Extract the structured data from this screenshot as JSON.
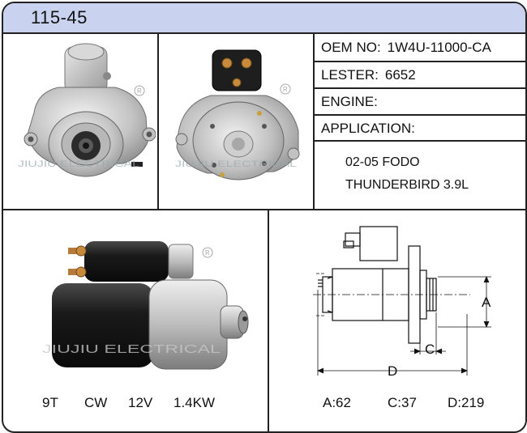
{
  "part_number": "115-45",
  "specs": {
    "oem_label": "OEM NO:",
    "oem_value": "1W4U-11000-CA",
    "lester_label": "LESTER:",
    "lester_value": "6652",
    "engine_label": "ENGINE:",
    "engine_value": "",
    "application_label": "APPLICATION:",
    "application_lines": [
      "02-05 FODO",
      "THUNDERBIRD 3.9L"
    ]
  },
  "watermark": "JIUJIU ELECTRICAL",
  "motor_specs": {
    "teeth": "9T",
    "rotation": "CW",
    "voltage": "12V",
    "power": "1.4KW"
  },
  "drawing": {
    "label_a": "A",
    "label_c": "C",
    "label_d": "D"
  },
  "dimensions": {
    "a": "A:62",
    "c": "C:37",
    "d": "D:219"
  }
}
